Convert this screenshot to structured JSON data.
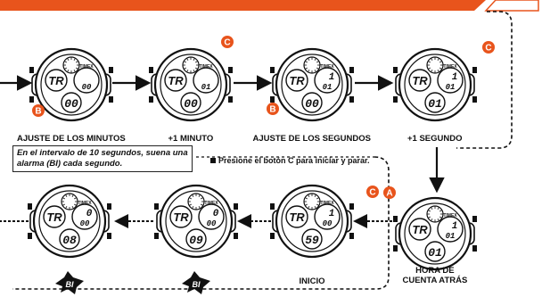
{
  "steps": [
    {
      "label": "AJUSTE DE LOS MINUTOS",
      "display": {
        "left": "TR",
        "right_top": "",
        "right_bottom": "00",
        "bottom": "00"
      }
    },
    {
      "label": "+1 MINUTO",
      "display": {
        "left": "TR",
        "right_top": "",
        "right_bottom": "01",
        "bottom": "00"
      }
    },
    {
      "label": "AJUSTE DE LOS SEGUNDOS",
      "display": {
        "left": "TR",
        "right_top": "1",
        "right_bottom": "01",
        "bottom": "00"
      }
    },
    {
      "label": "+1 SEGUNDO",
      "display": {
        "left": "TR",
        "right_top": "1",
        "right_bottom": "01",
        "bottom": "01"
      }
    },
    {
      "label": "HORA DE\nCUENTA ATRÁS",
      "display": {
        "left": "TR",
        "right_top": "1",
        "right_bottom": "01",
        "bottom": "01"
      }
    },
    {
      "label": "INICIO",
      "display": {
        "left": "TR",
        "right_top": "1",
        "right_bottom": "00",
        "bottom": "59"
      }
    },
    {
      "label": "",
      "display": {
        "left": "TR",
        "right_top": "0",
        "right_bottom": "00",
        "bottom": "09"
      }
    },
    {
      "label": "",
      "display": {
        "left": "TR",
        "right_top": "0",
        "right_bottom": "00",
        "bottom": "08"
      }
    }
  ],
  "brand": "TIMEX",
  "buttons": {
    "b": "B",
    "c": "C",
    "a": "A"
  },
  "note": "En el intervalo de 10 segundos, suena una alarma (BI) cada segundo.",
  "instruction": "Presione el botón C para iniciar y parar.",
  "beep": "BI",
  "colors": {
    "accent": "#e8541c",
    "ink": "#111111"
  }
}
